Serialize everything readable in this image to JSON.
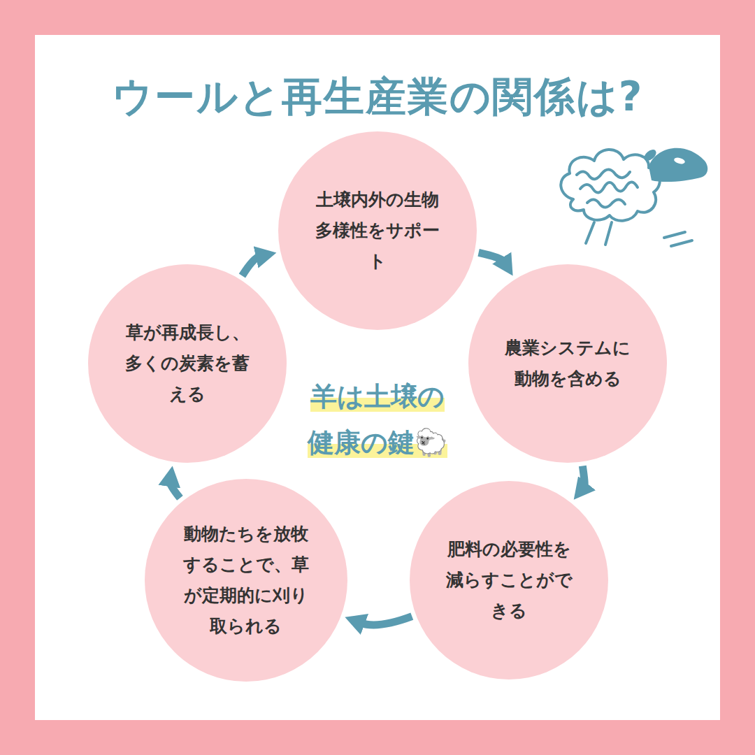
{
  "diagram": {
    "title": "ウールと再生産業の関係は?",
    "nodes": [
      {
        "text": [
          "土壌内外の生物多様性をサポート"
        ]
      },
      {
        "text": [
          "農業システムに動物を含める"
        ]
      },
      {
        "text": [
          "肥料の必要性を減らすことができる"
        ]
      },
      {
        "text": [
          "動物たちを放牧することで、草が定期的に刈り取られる"
        ]
      },
      {
        "text": [
          "草が再成長し、多くの炭素を蓄える"
        ]
      }
    ],
    "edges": [
      {
        "from": 0,
        "to": 1,
        "arrow": "to"
      },
      {
        "from": 1,
        "to": 2,
        "arrow": "to"
      },
      {
        "from": 2,
        "to": 3,
        "arrow": "to"
      },
      {
        "from": 3,
        "to": 4,
        "arrow": "to"
      },
      {
        "from": 4,
        "to": 0,
        "arrow": "to"
      }
    ],
    "labels": [
      "羊は土壌の 健康の鍵🐑"
    ]
  }
}
